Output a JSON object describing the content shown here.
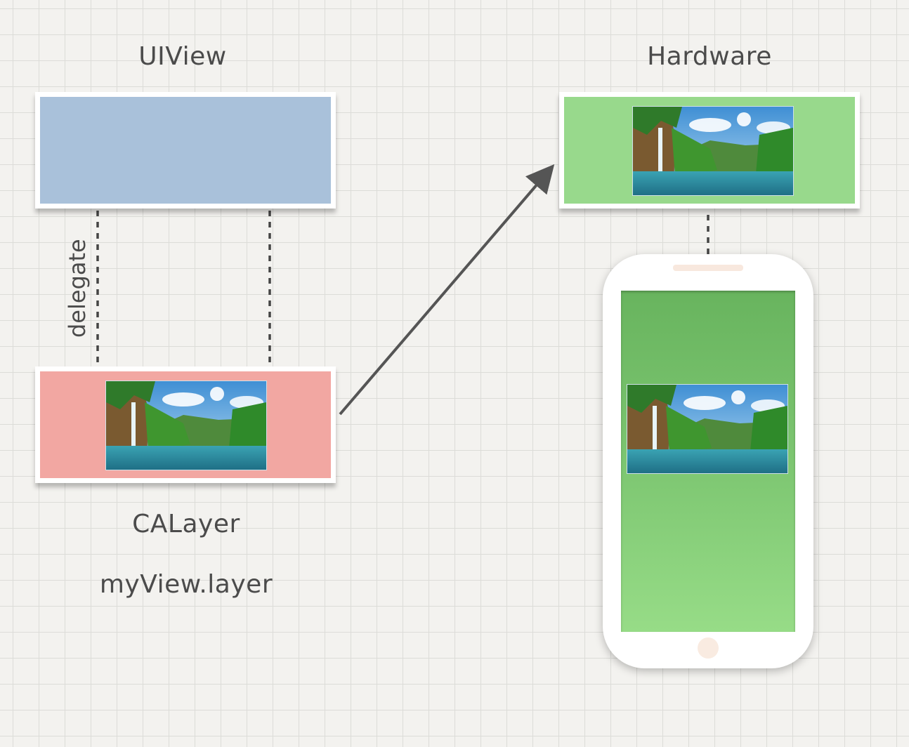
{
  "labels": {
    "uiview": "UIView",
    "hardware": "Hardware",
    "calayer": "CALayer",
    "layer_expression": "myView.layer",
    "delegate": "delegate"
  },
  "colors": {
    "uiview_box": "#a9c1da",
    "calayer_box": "#f2a7a2",
    "hardware_box": "#98d98c",
    "phone_screen": "#7fc873",
    "arrow": "#555555"
  },
  "images": {
    "content": "waterfall-lake-landscape-photo"
  },
  "icons": {
    "device": "smartphone-icon"
  }
}
